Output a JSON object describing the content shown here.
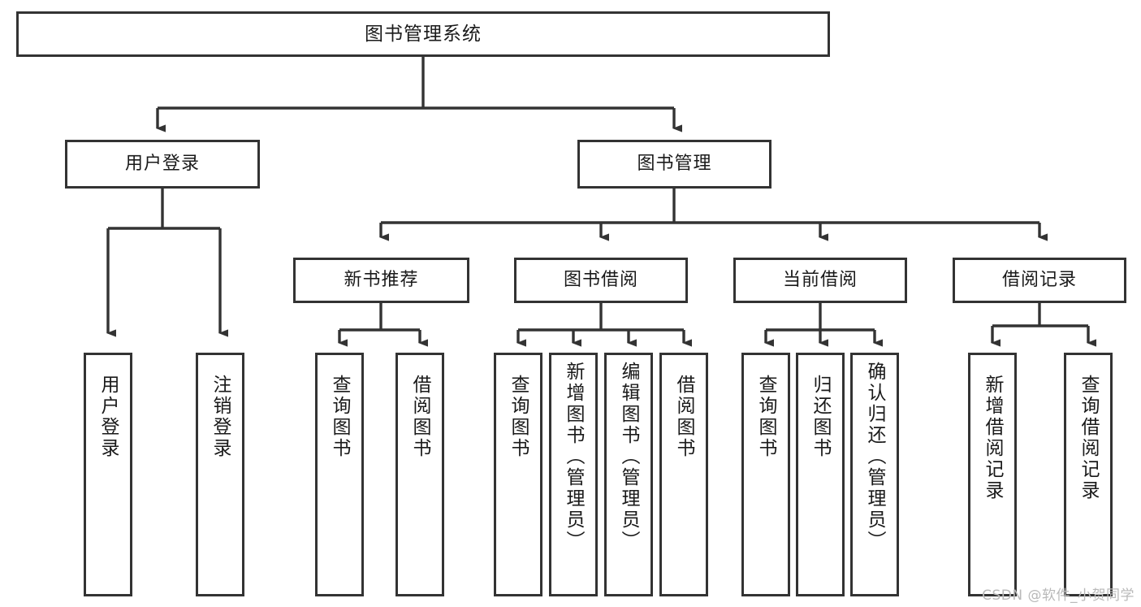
{
  "diagram": {
    "type": "tree",
    "title": "图书管理系统",
    "root": {
      "label": "图书管理系统"
    },
    "level2": [
      {
        "label": "用户登录"
      },
      {
        "label": "图书管理"
      }
    ],
    "level3": [
      {
        "label": "新书推荐"
      },
      {
        "label": "图书借阅"
      },
      {
        "label": "当前借阅"
      },
      {
        "label": "借阅记录"
      }
    ],
    "leaves": {
      "user_login": [
        {
          "label": "用户登录"
        },
        {
          "label": "注销登录"
        }
      ],
      "new_book_recommend": [
        {
          "label": "查询图书"
        },
        {
          "label": "借阅图书"
        }
      ],
      "book_borrow": [
        {
          "label": "查询图书"
        },
        {
          "label": "新增图书（管理员）"
        },
        {
          "label": "编辑图书（管理员）"
        },
        {
          "label": "借阅图书"
        }
      ],
      "current_borrow": [
        {
          "label": "查询图书"
        },
        {
          "label": "归还图书"
        },
        {
          "label": "确认归还（管理员）"
        }
      ],
      "borrow_record": [
        {
          "label": "新增借阅记录"
        },
        {
          "label": "查询借阅记录"
        }
      ]
    }
  },
  "watermark": {
    "text": "CSDN @软件_小贺同学"
  },
  "colors": {
    "box_border": "#333333",
    "box_fill": "#ffffff",
    "connector": "#333333",
    "text": "#1a1a1a",
    "watermark": "#b9b9b9"
  }
}
